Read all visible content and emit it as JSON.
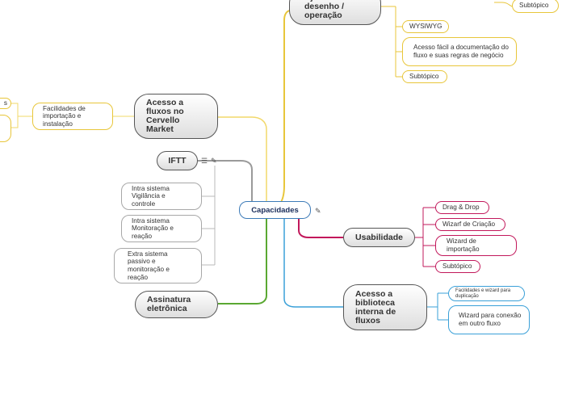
{
  "root": {
    "label": "Capacidades"
  },
  "branches": {
    "design": {
      "label": "Ajuda desenho / operação",
      "children": [
        "WYSIWYG",
        "Acesso fácil a documentação do fluxo e suas regras de negócio",
        "Subtópico"
      ],
      "extra": "Subtópico"
    },
    "acesso_fluxos": {
      "label": "Acesso a fluxos no Cervello Market",
      "children": [
        "Facilidades de importação e instalação"
      ],
      "far_left": "s"
    },
    "ifft": {
      "label": "IFTT",
      "children": [
        "Intra sistema Vigilância e controle",
        "Intra sistema Monitoração e reação",
        "Extra sistema passivo e monitoração e reação"
      ]
    },
    "assinatura": {
      "label": "Assinatura eletrônica"
    },
    "usabilidade": {
      "label": "Usabilidade",
      "children": [
        "Drag & Drop",
        "Wizarf de Criação",
        "Wizard de importação",
        "Subtópico"
      ]
    },
    "biblioteca": {
      "label": "Acesso a biblioteca interna de fluxos",
      "children": [
        "Facilidades e wizard para duplicação",
        "Wizard para conexão em outro fluxo"
      ]
    }
  },
  "icons": [
    "list-icon",
    "pin-icon"
  ],
  "colors": {
    "yellow": "#e8c63a",
    "gray": "#a8a8a8",
    "green": "#5aa832",
    "red": "#c2185b",
    "blue": "#3aa0d8",
    "root_border": "#3d7bb8"
  }
}
